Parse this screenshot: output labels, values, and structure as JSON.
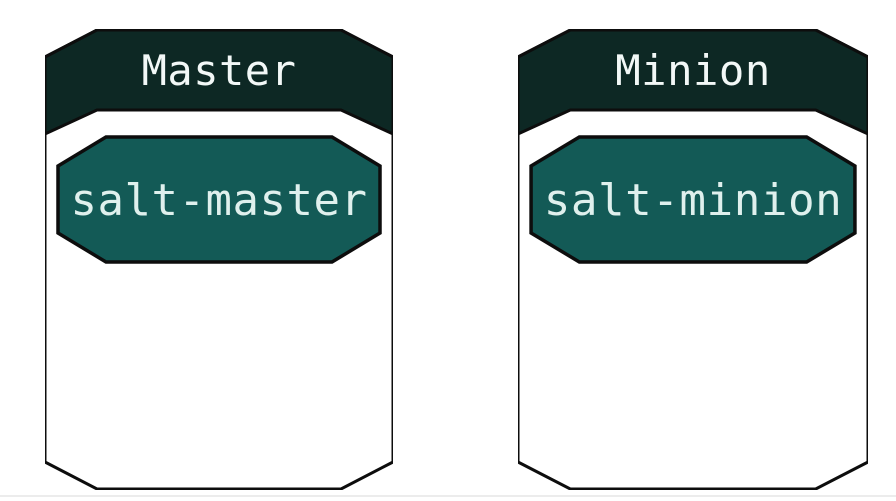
{
  "diagram": {
    "nodes": [
      {
        "title": "Master",
        "service": "salt-master"
      },
      {
        "title": "Minion",
        "service": "salt-minion"
      }
    ],
    "colors": {
      "background": "#ffffff",
      "outline": "#0d0d0d",
      "card_fill": "#ffffff",
      "header_fill": "#0d2824",
      "octagon_fill": "#135a56",
      "title_text": "#f2f8f7",
      "service_text": "#dff0ed"
    }
  }
}
